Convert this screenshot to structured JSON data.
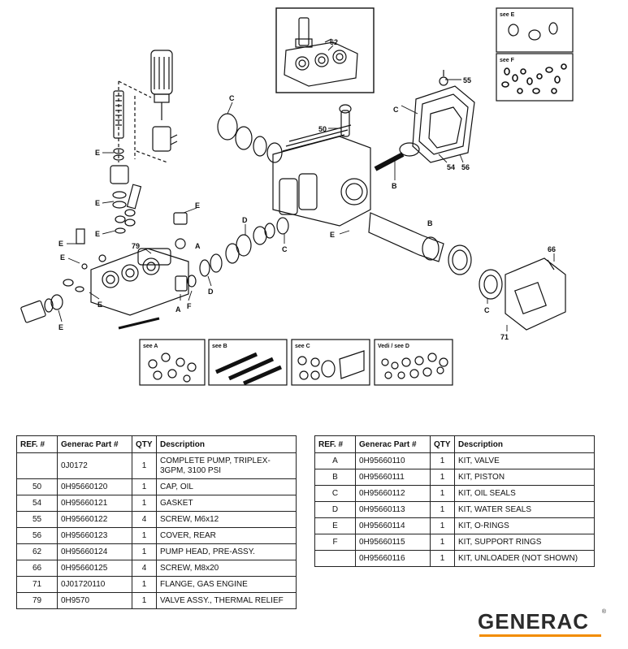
{
  "diagram": {
    "callouts": {
      "c62": "62",
      "c55": "55",
      "c50": "50",
      "c54": "54",
      "c56": "56",
      "c66": "66",
      "c71": "71",
      "c79": "79",
      "cC1": "C",
      "cC2": "C",
      "cC3": "C",
      "cC4": "C",
      "cB1": "B",
      "cB2": "B",
      "cD1": "D",
      "cD2": "D",
      "cA1": "A",
      "cA2": "A",
      "cF": "F",
      "cE1": "E",
      "cE2": "E",
      "cE3": "E",
      "cE4": "E",
      "cE5": "E",
      "cE6": "E",
      "cE7": "E",
      "cE8": "E",
      "cE9": "E"
    },
    "kit_boxes": {
      "see_e": "see E",
      "see_f": "see F",
      "see_a": "see A",
      "see_b": "see B",
      "see_c": "see C",
      "see_d": "Vedi / see D"
    }
  },
  "left_table": {
    "headers": [
      "REF. #",
      "Generac Part #",
      "QTY",
      "Description"
    ],
    "rows": [
      {
        "ref": "",
        "part": "0J0172",
        "qty": "1",
        "desc": "COMPLETE PUMP, TRIPLEX-3GPM, 3100 PSI"
      },
      {
        "ref": "50",
        "part": "0H95660120",
        "qty": "1",
        "desc": "CAP, OIL"
      },
      {
        "ref": "54",
        "part": "0H95660121",
        "qty": "1",
        "desc": "GASKET"
      },
      {
        "ref": "55",
        "part": "0H95660122",
        "qty": "4",
        "desc": "SCREW, M6x12"
      },
      {
        "ref": "56",
        "part": "0H95660123",
        "qty": "1",
        "desc": "COVER, REAR"
      },
      {
        "ref": "62",
        "part": "0H95660124",
        "qty": "1",
        "desc": "PUMP HEAD, PRE-ASSY."
      },
      {
        "ref": "66",
        "part": "0H95660125",
        "qty": "4",
        "desc": "SCREW, M8x20"
      },
      {
        "ref": "71",
        "part": "0J01720110",
        "qty": "1",
        "desc": "FLANGE, GAS ENGINE"
      },
      {
        "ref": "79",
        "part": "0H9570",
        "qty": "1",
        "desc": "VALVE ASSY., THERMAL RELIEF"
      }
    ]
  },
  "right_table": {
    "headers": [
      "REF. #",
      "Generac Part #",
      "QTY",
      "Description"
    ],
    "rows": [
      {
        "ref": "A",
        "part": "0H95660110",
        "qty": "1",
        "desc": "KIT, VALVE"
      },
      {
        "ref": "B",
        "part": "0H95660111",
        "qty": "1",
        "desc": "KIT, PISTON"
      },
      {
        "ref": "C",
        "part": "0H95660112",
        "qty": "1",
        "desc": "KIT, OIL SEALS"
      },
      {
        "ref": "D",
        "part": "0H95660113",
        "qty": "1",
        "desc": "KIT, WATER SEALS"
      },
      {
        "ref": "E",
        "part": "0H95660114",
        "qty": "1",
        "desc": "KIT, O-RINGS"
      },
      {
        "ref": "F",
        "part": "0H95660115",
        "qty": "1",
        "desc": "KIT, SUPPORT RINGS"
      },
      {
        "ref": "",
        "part": "0H95660116",
        "qty": "1",
        "desc": "KIT, UNLOADER (NOT SHOWN)"
      }
    ]
  },
  "logo": {
    "text": "GENERAC",
    "reg": "®",
    "accent_color": "#f28c00"
  }
}
